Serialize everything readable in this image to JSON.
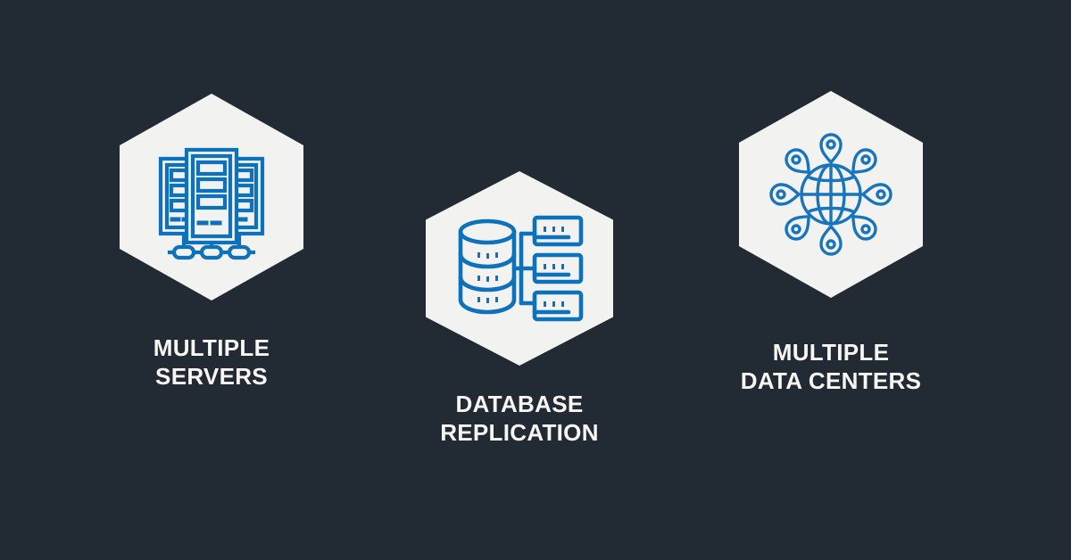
{
  "page": {
    "background_color": "#222a33",
    "hex_fill_color": "#f2f2f1",
    "icon_color": "#0d72b9",
    "caption_color": "#f7f6f2"
  },
  "features": [
    {
      "id": "multiple-servers",
      "icon_name": "server-rack-icon",
      "caption": "MULTIPLE\nSERVERS"
    },
    {
      "id": "database-replication",
      "icon_name": "database-replication-icon",
      "caption": "DATABASE\nREPLICATION"
    },
    {
      "id": "multiple-data-centers",
      "icon_name": "global-network-pins-icon",
      "caption": "MULTIPLE\nDATA CENTERS"
    }
  ]
}
